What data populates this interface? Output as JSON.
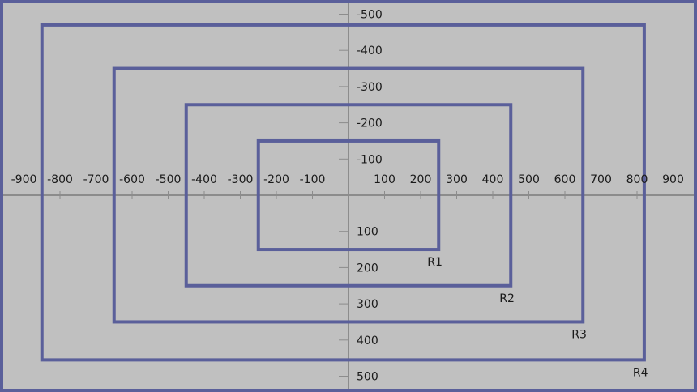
{
  "diagram": {
    "coordinate_system": {
      "x_range": [
        -955,
        955
      ],
      "y_range": [
        -535,
        535
      ],
      "y_axis_down": true,
      "x_ticks": [
        -900,
        -800,
        -700,
        -600,
        -500,
        -400,
        -300,
        -200,
        -100,
        100,
        200,
        300,
        400,
        500,
        600,
        700,
        800,
        900
      ],
      "y_ticks": [
        -500,
        -400,
        -300,
        -200,
        -100,
        100,
        200,
        300,
        400,
        500
      ]
    },
    "rectangles": [
      {
        "label": "R1",
        "x_min": -250,
        "x_max": 250,
        "y_min": -150,
        "y_max": 150
      },
      {
        "label": "R2",
        "x_min": -450,
        "x_max": 450,
        "y_min": -250,
        "y_max": 250
      },
      {
        "label": "R3",
        "x_min": -650,
        "x_max": 650,
        "y_min": -350,
        "y_max": 350
      },
      {
        "label": "R4",
        "x_min": -850,
        "x_max": 820,
        "y_min": -470,
        "y_max": 455
      }
    ],
    "colors": {
      "background": "#c0c0c0",
      "rect_stroke": "#5a5f9a",
      "axis": "#8c8c8c",
      "text": "#1a1a1a"
    }
  }
}
